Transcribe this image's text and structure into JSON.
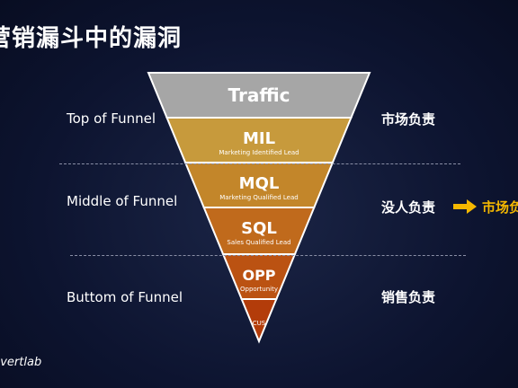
{
  "title": "营销漏斗中的漏洞",
  "stages": [
    {
      "label": "Top of Funnel",
      "responsibility": "市场负责"
    },
    {
      "label": "Middle of Funnel",
      "responsibility": "没人负责",
      "target": "市场负"
    },
    {
      "label": "Buttom of Funnel",
      "responsibility": "销售负责"
    }
  ],
  "funnel": [
    {
      "name": "Traffic",
      "sub": "",
      "color": "#a6a6a6"
    },
    {
      "name": "MIL",
      "sub": "Marketing Identified Lead",
      "color": "#c79a3c"
    },
    {
      "name": "MQL",
      "sub": "Marketing Qualified Lead",
      "color": "#c3862a"
    },
    {
      "name": "SQL",
      "sub": "Sales Qualified Lead",
      "color": "#c06a1c"
    },
    {
      "name": "OPP",
      "sub": "Opportunity",
      "color": "#bb5212"
    },
    {
      "name": "",
      "sub": "CUS",
      "color": "#b33c0a"
    }
  ],
  "colors": {
    "background": "#0d1430",
    "highlight": "#f5b800"
  },
  "brand": "nvertlab"
}
